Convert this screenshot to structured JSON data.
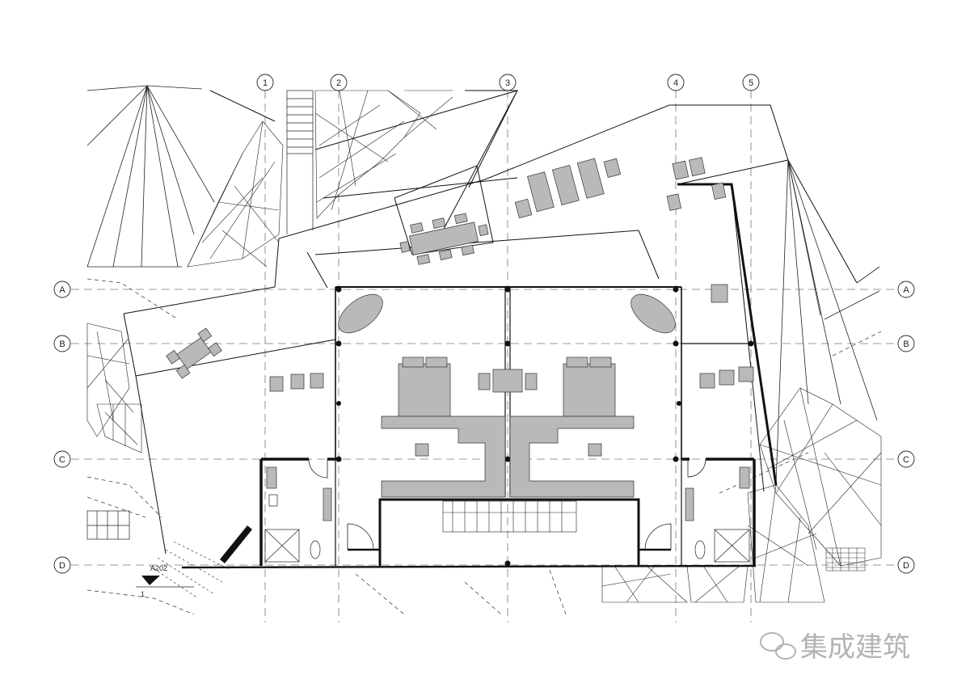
{
  "grid": {
    "columns": [
      "1",
      "2",
      "3",
      "4",
      "5"
    ],
    "rows": [
      "A",
      "B",
      "C",
      "D"
    ]
  },
  "annotations": {
    "section_ref": "A202",
    "section_num": "1"
  },
  "watermark": {
    "text": "集成建筑",
    "icon": "wechat-icon"
  },
  "colors": {
    "line": "#111111",
    "furniture": "#b9b9b9",
    "watermark": "#b3b3b3"
  }
}
